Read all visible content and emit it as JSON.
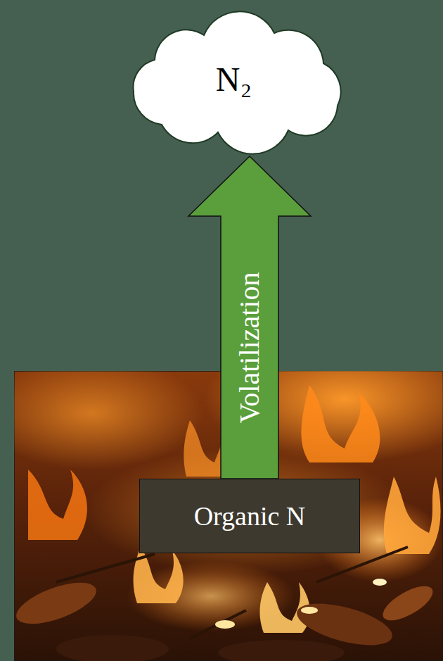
{
  "diagram": {
    "nodes": [
      {
        "text": [
          "N₂"
        ]
      },
      {
        "text": [
          "Organic N"
        ]
      }
    ],
    "edges": [
      {
        "from": 1,
        "to": 0,
        "arrow": "to",
        "label": "Volatilization"
      }
    ]
  }
}
